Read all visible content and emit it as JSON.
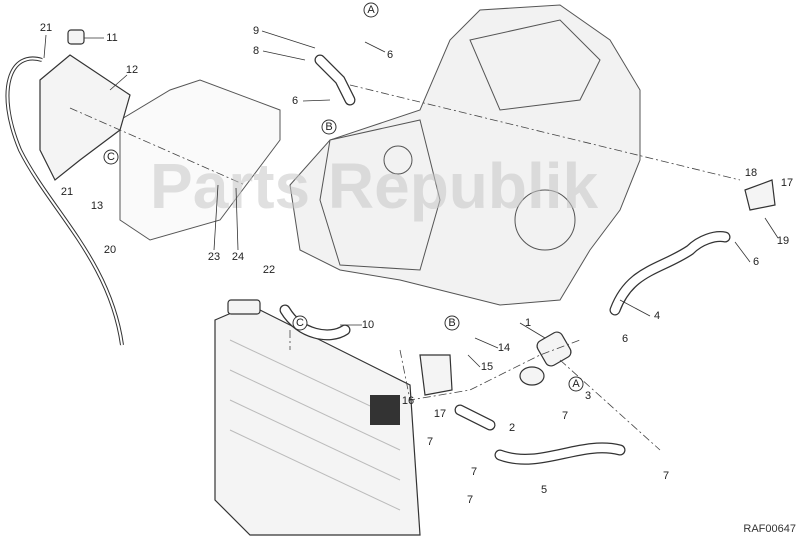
{
  "diagram": {
    "watermark": "Parts Republik",
    "drawing_code": "RAF00647",
    "callouts": [
      "21",
      "11",
      "12",
      "21",
      "13",
      "20",
      "9",
      "8",
      "6",
      "6",
      "23",
      "24",
      "22",
      "10",
      "18",
      "17",
      "19",
      "6",
      "4",
      "6",
      "1",
      "14",
      "15",
      "16",
      "17",
      "3",
      "7",
      "2",
      "7",
      "7",
      "5",
      "7",
      "7"
    ],
    "letters": [
      "C",
      "A",
      "B",
      "C",
      "B",
      "A"
    ]
  }
}
